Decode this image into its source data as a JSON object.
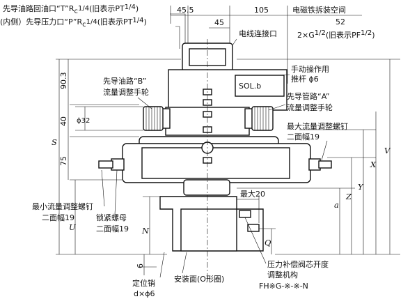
{
  "labels": {
    "pilot_t_port": "先导油路回油口“T”R",
    "pilot_t_port_suffix": "(旧表示PT",
    "pilot_p_port_prefix": "(内侧）先导压力口“P”R",
    "pilot_p_port_suffix": "(旧表示PT",
    "sub_c": "c",
    "frac_1_4": "1/4",
    "frac_1_2": "1/2",
    "close_paren": ")",
    "solenoid_space": "电磁铁拆装空间",
    "solenoid_space_value": "52",
    "wire_port": "电线连接口",
    "wire_thread": "2×G",
    "wire_thread_suffix": "(旧表示PF",
    "manual_pin_1": "手动操作用",
    "manual_pin_2": "推杆 ϕ6",
    "sol_b": "SOL.b",
    "pilot_b_1": "先导油路“B”",
    "pilot_b_2": "流量调整手轮",
    "pilot_a_1": "先导管路“A”",
    "pilot_a_2": "流量调整手轮",
    "max_screw_1": "最大流量调整螺钉",
    "max_screw_2": "二面幅19",
    "min_screw_1": "最小流量调整螺钉",
    "min_screw_2": "二面幅19",
    "lock_nut_1": "锁紧螺母",
    "lock_nut_2": "二面幅19",
    "max_20": "最大20",
    "comp_1": "压力补偿阀芯开度",
    "comp_2": "调整机构",
    "comp_3": "FH※G-※-※-N",
    "locating_pin_1": "定位销",
    "locating_pin_2": "d×ϕ6",
    "mount_face": "安装面(O形圈)"
  },
  "dimensions": {
    "d45_5": "45.5",
    "d105": "105",
    "d45": "45",
    "d90_3": "90.3",
    "d40": "40",
    "d75": "75",
    "phi32": "ϕ32",
    "d6": "6"
  },
  "letters": {
    "S": "S",
    "U": "U",
    "N": "N",
    "a": "a",
    "Z": "Z",
    "Y": "Y",
    "X": "X",
    "V": "V",
    "Q": "Q"
  }
}
